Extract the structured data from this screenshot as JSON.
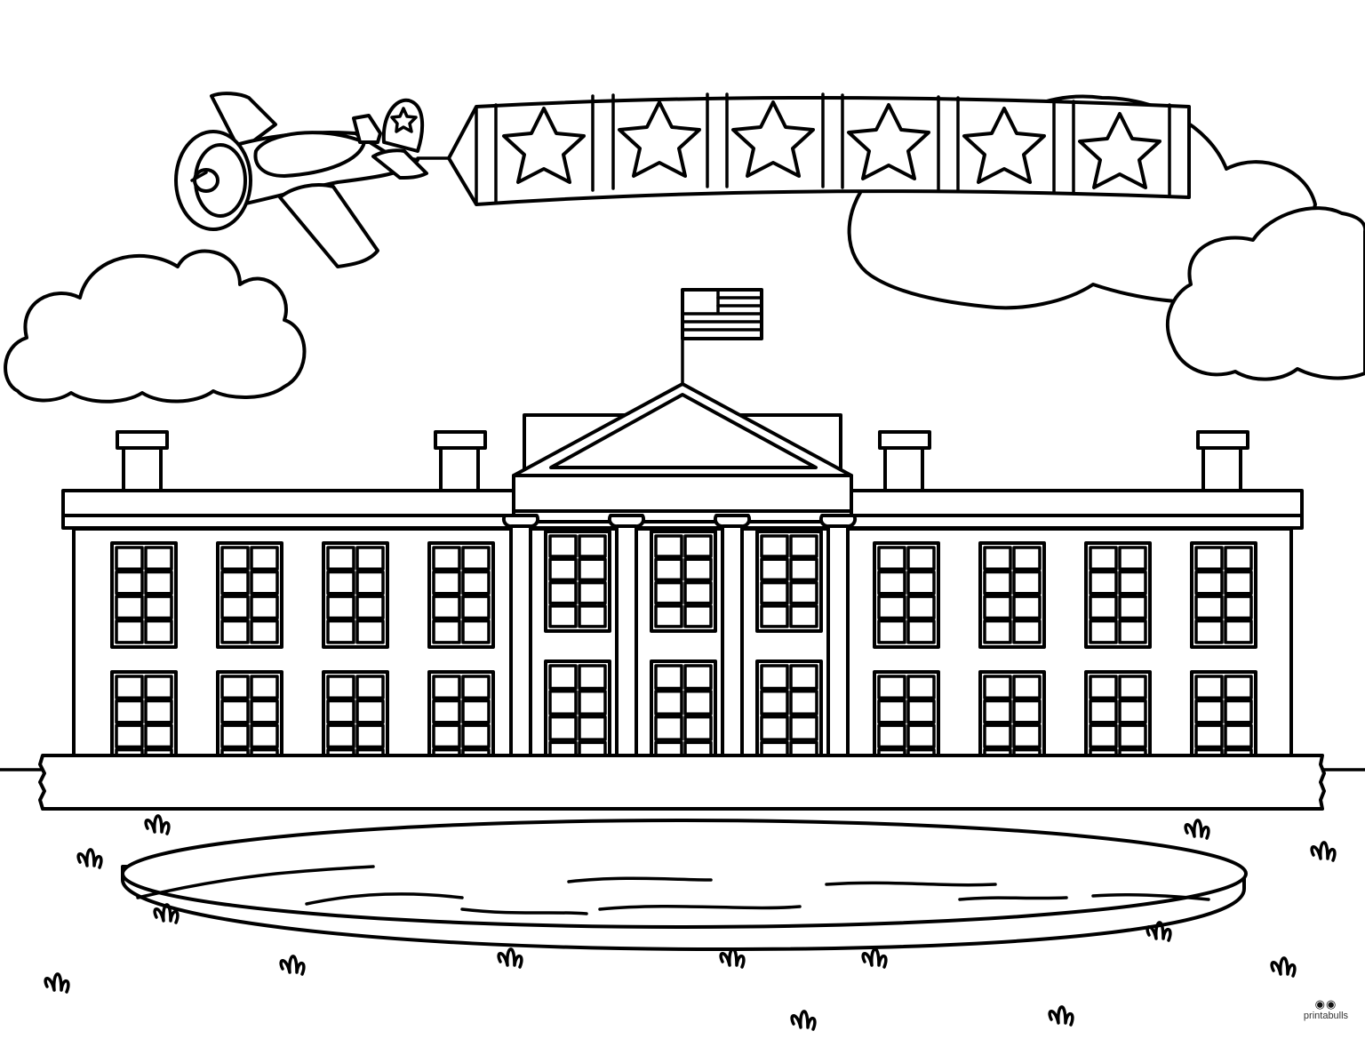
{
  "scene": {
    "title": "White House coloring page",
    "style": "black line art on white",
    "colors": {
      "line": "#000000",
      "background": "#ffffff"
    }
  },
  "banner": {
    "star_count": 6,
    "icon": "star-icon"
  },
  "airplane": {
    "tail_icon": "star-icon"
  },
  "flag": {
    "icon": "us-flag-icon"
  },
  "building": {
    "upper_windows": 11,
    "lower_windows": 11,
    "chimneys": 4,
    "columns": 4
  },
  "watermark": {
    "brand": "printabulls",
    "icon": "bulldog-icon"
  }
}
